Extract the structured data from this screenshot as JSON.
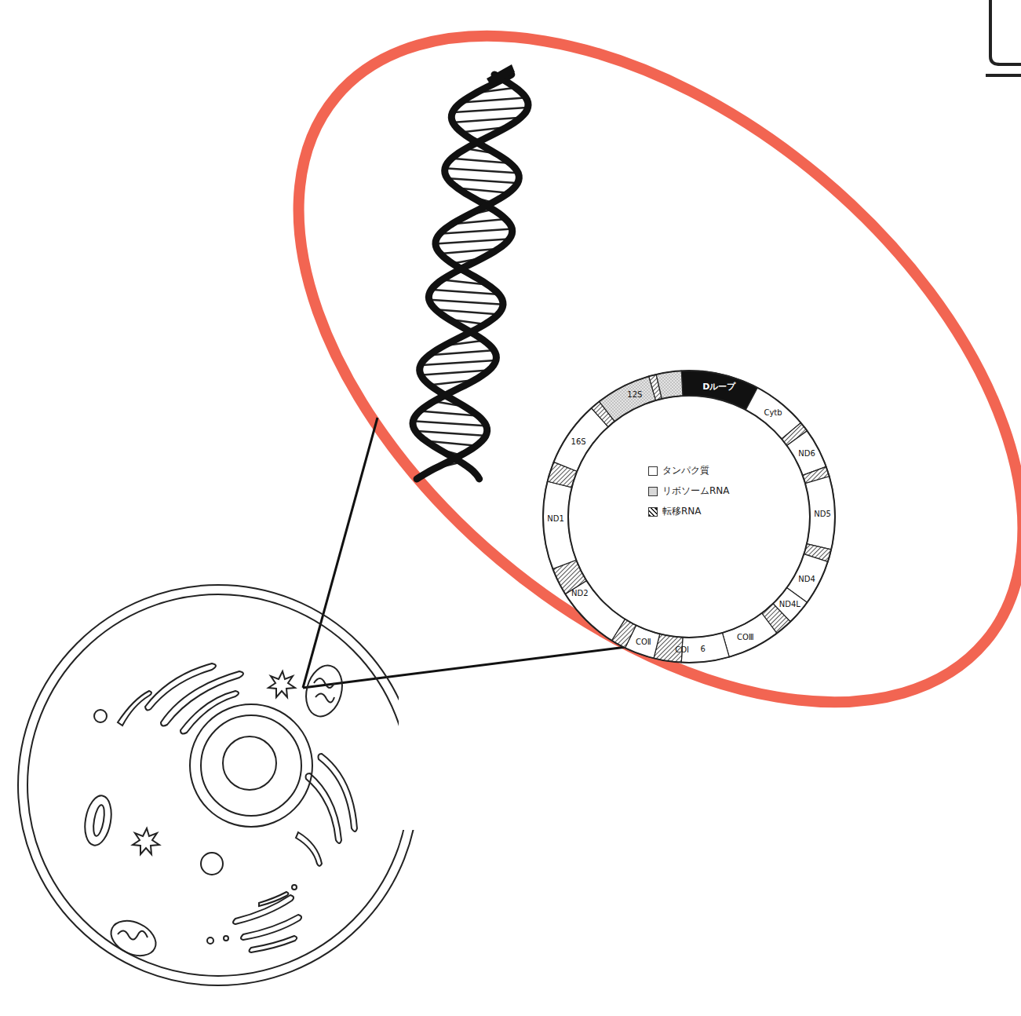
{
  "diagram": {
    "labels": [
      "12S",
      "Dループ",
      "Cytb",
      "ND6",
      "16S",
      "ND5",
      "ND1",
      "ND2",
      "ND4",
      "ND4L",
      "COⅠ",
      "COⅢ",
      "COⅡ",
      "6"
    ],
    "legend": [
      {
        "text": "タンパク質",
        "color": "#ffffff"
      },
      {
        "text": "リボソームRNA",
        "color": "#d8d8d8"
      },
      {
        "text": "転移RNA"
      }
    ]
  }
}
